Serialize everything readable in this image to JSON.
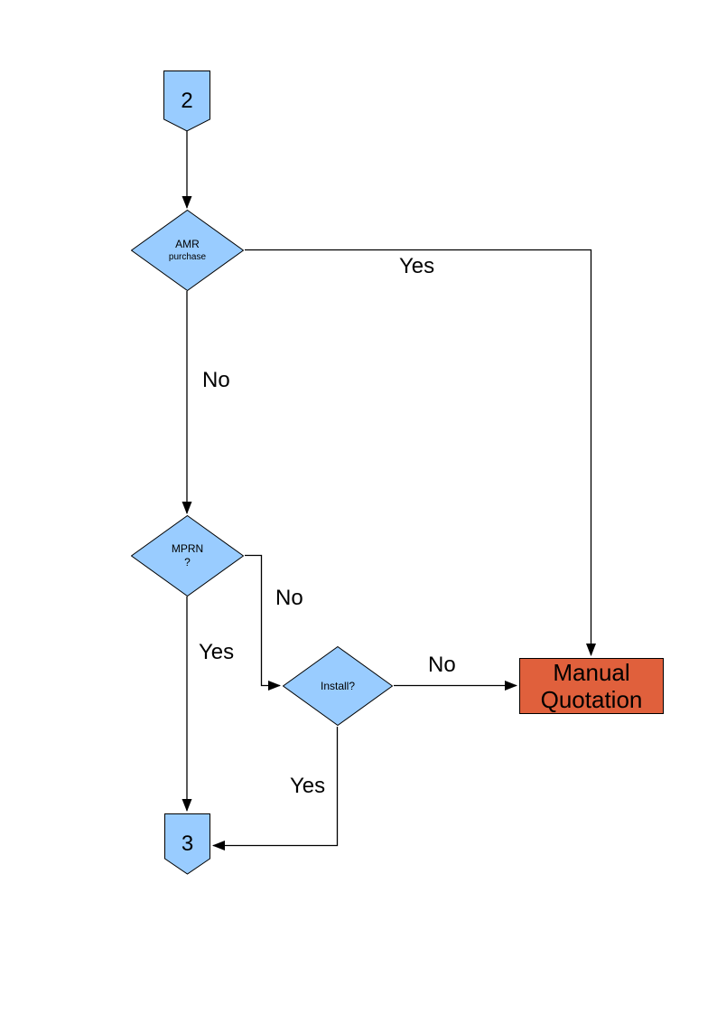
{
  "colors": {
    "node_fill": "#99CCFF",
    "node_border": "#000000",
    "manual_fill": "#E0603C",
    "line": "#000000",
    "page_background": "#FFFFFF",
    "text": "#000000"
  },
  "nodes": {
    "connector_2": {
      "label": "2",
      "type": "off-page-connector"
    },
    "amr": {
      "line1": "AMR",
      "line2": "purchase",
      "type": "decision"
    },
    "mprn": {
      "line1": "MPRN",
      "line2": "?",
      "type": "decision"
    },
    "install": {
      "label": "Install?",
      "type": "decision"
    },
    "manual_quotation": {
      "line1": "Manual",
      "line2": "Quotation",
      "type": "process"
    },
    "connector_3": {
      "label": "3",
      "type": "off-page-connector"
    }
  },
  "edge_labels": {
    "amr_yes": "Yes",
    "amr_no": "No",
    "mprn_no": "No",
    "mprn_yes": "Yes",
    "install_no": "No",
    "install_yes": "Yes"
  }
}
